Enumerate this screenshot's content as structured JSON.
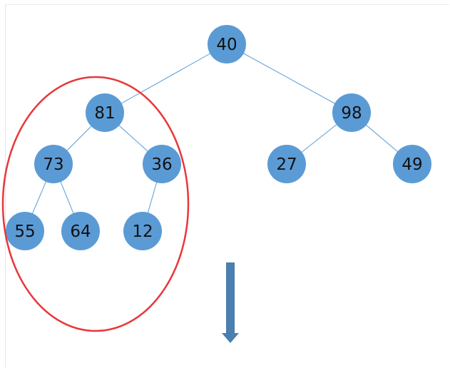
{
  "diagram": {
    "type": "binary-tree",
    "node_color": "#5b9bd5",
    "edge_color": "#5b9bd5",
    "highlight_color": "#e8373a",
    "arrow_color": "#4a7fb0",
    "nodes": [
      {
        "id": "n40",
        "label": "40"
      },
      {
        "id": "n81",
        "label": "81"
      },
      {
        "id": "n98",
        "label": "98"
      },
      {
        "id": "n73",
        "label": "73"
      },
      {
        "id": "n36",
        "label": "36"
      },
      {
        "id": "n27",
        "label": "27"
      },
      {
        "id": "n49",
        "label": "49"
      },
      {
        "id": "n55",
        "label": "55"
      },
      {
        "id": "n64",
        "label": "64"
      },
      {
        "id": "n12",
        "label": "12"
      }
    ],
    "edges": [
      [
        "n40",
        "n81"
      ],
      [
        "n40",
        "n98"
      ],
      [
        "n81",
        "n73"
      ],
      [
        "n81",
        "n36"
      ],
      [
        "n98",
        "n27"
      ],
      [
        "n98",
        "n49"
      ],
      [
        "n73",
        "n55"
      ],
      [
        "n73",
        "n64"
      ],
      [
        "n36",
        "n12"
      ]
    ],
    "highlighted_subtree_root": "n81"
  }
}
